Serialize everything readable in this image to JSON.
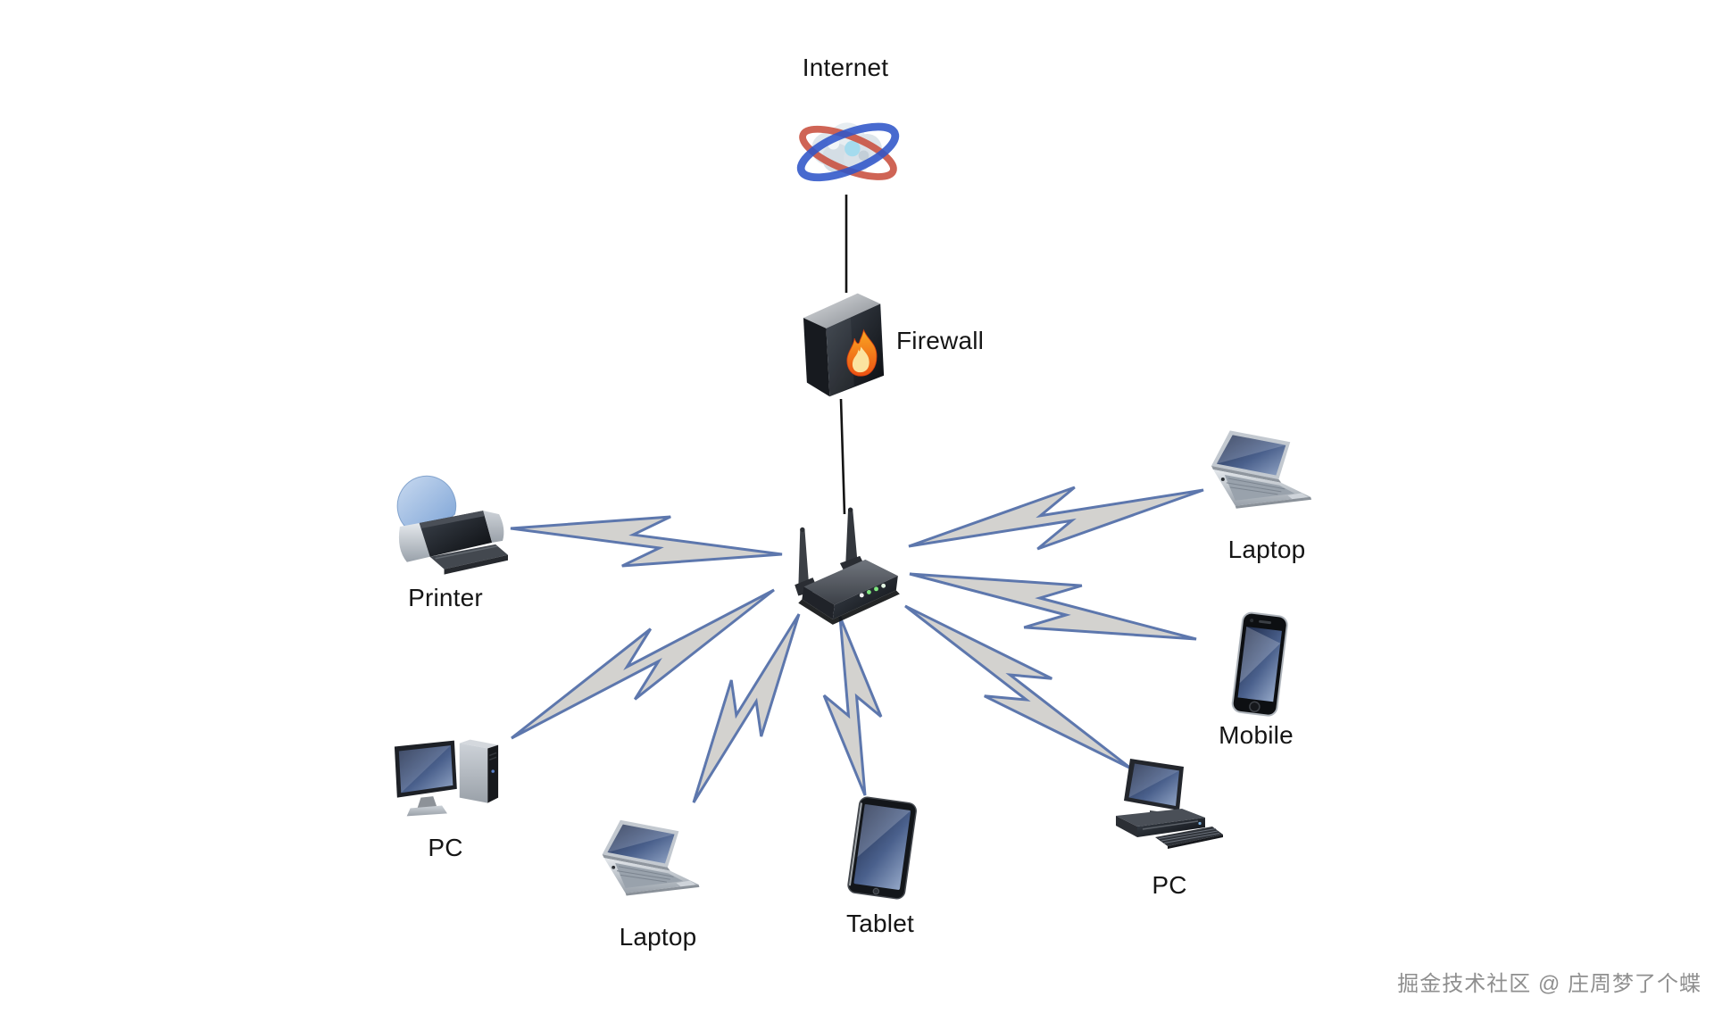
{
  "diagram": {
    "title": "",
    "nodes": {
      "internet": {
        "label": "Internet",
        "icon": "internet-cloud-icon"
      },
      "firewall": {
        "label": "Firewall",
        "icon": "firewall-box-icon"
      },
      "router": {
        "label": "",
        "icon": "wireless-router-icon"
      },
      "printer": {
        "label": "Printer",
        "icon": "printer-icon"
      },
      "pc_left": {
        "label": "PC",
        "icon": "desktop-pc-icon"
      },
      "laptop_bottom": {
        "label": "Laptop",
        "icon": "laptop-icon"
      },
      "tablet": {
        "label": "Tablet",
        "icon": "tablet-icon"
      },
      "pc_right": {
        "label": "PC",
        "icon": "desktop-pc-icon"
      },
      "mobile": {
        "label": "Mobile",
        "icon": "smartphone-icon"
      },
      "laptop_top": {
        "label": "Laptop",
        "icon": "laptop-icon"
      }
    },
    "connections": [
      {
        "from": "internet",
        "to": "firewall",
        "type": "wired"
      },
      {
        "from": "firewall",
        "to": "router",
        "type": "wired"
      },
      {
        "from": "router",
        "to": "printer",
        "type": "wireless"
      },
      {
        "from": "router",
        "to": "pc_left",
        "type": "wireless"
      },
      {
        "from": "router",
        "to": "laptop_bottom",
        "type": "wireless"
      },
      {
        "from": "router",
        "to": "tablet",
        "type": "wireless"
      },
      {
        "from": "router",
        "to": "pc_right",
        "type": "wireless"
      },
      {
        "from": "router",
        "to": "mobile",
        "type": "wireless"
      },
      {
        "from": "router",
        "to": "laptop_top",
        "type": "wireless"
      }
    ],
    "colors": {
      "background": "#ffffff",
      "bolt_fill": "#d3d2cf",
      "bolt_stroke": "#5d77ad",
      "wire": "#141414",
      "label": "#151515",
      "flame_orange": "#ef6517",
      "watermark_gray": "#8f8f8f"
    }
  },
  "watermark": {
    "text": "掘金技术社区 @ 庄周梦了个蝶"
  }
}
